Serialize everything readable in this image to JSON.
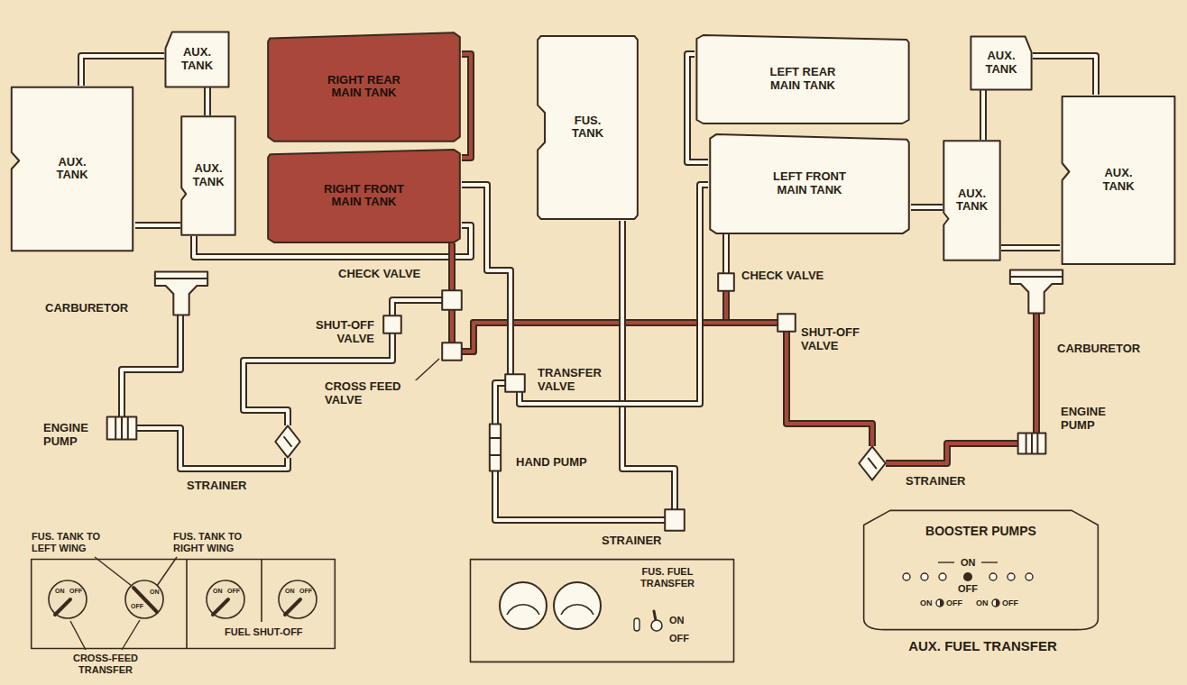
{
  "diagram": {
    "nodes": [
      {
        "text": [
          "AUX. TANK"
        ]
      },
      {
        "text": [
          "RIGHT REAR MAIN TANK"
        ]
      },
      {
        "text": [
          "FUS. TANK"
        ]
      },
      {
        "text": [
          "LEFT REAR MAIN TANK"
        ]
      },
      {
        "text": [
          "AUX. TANK"
        ]
      },
      {
        "text": [
          "AUX. TANK"
        ]
      },
      {
        "text": [
          "AUX. TANK"
        ]
      },
      {
        "text": [
          "RIGHT FRONT MAIN TANK"
        ]
      },
      {
        "text": [
          "LEFT FRONT MAIN TANK"
        ]
      },
      {
        "text": [
          "AUX. TANK"
        ]
      },
      {
        "text": [
          "AUX. TANK"
        ]
      },
      {
        "text": [
          "CHECK VALVE"
        ]
      },
      {
        "text": [
          "CHECK VALVE"
        ]
      },
      {
        "text": [
          "SHUT-OFF VALVE"
        ]
      },
      {
        "text": [
          "SHUT-OFF VALVE"
        ]
      },
      {
        "text": [
          "CARBURETOR"
        ]
      },
      {
        "text": [
          "CARBURETOR"
        ]
      },
      {
        "text": [
          "CROSS FEED VALVE"
        ]
      },
      {
        "text": [
          "TRANSFER VALVE"
        ]
      },
      {
        "text": [
          "ENGINE PUMP"
        ]
      },
      {
        "text": [
          "ENGINE PUMP"
        ]
      },
      {
        "text": [
          "STRAINER"
        ]
      },
      {
        "text": [
          "STRAINER"
        ]
      },
      {
        "text": [
          "HAND PUMP"
        ]
      },
      {
        "text": [
          "STRAINER"
        ]
      },
      {
        "text": [
          "FUS. TANK TO LEFT WING",
          "FUS. TANK TO RIGHT WING",
          "ON",
          "OFF",
          "OFF",
          "ON",
          "ON",
          "OFF",
          "ON",
          "OFF",
          "FUEL SHUT-OFF",
          "CROSS-FEED TRANSFER"
        ]
      },
      {
        "text": [
          "FUS. FUEL TRANSFER",
          "ON",
          "OFF"
        ]
      },
      {
        "text": [
          "BOOSTER PUMPS",
          "ON",
          "OFF",
          "ON",
          "OFF",
          "ON",
          "OFF",
          "AUX. FUEL TRANSFER"
        ]
      }
    ],
    "edges": [
      {
        "from": 0,
        "to": 5,
        "arrow": "none"
      },
      {
        "from": 0,
        "to": 6,
        "arrow": "none"
      },
      {
        "from": 5,
        "to": 6,
        "arrow": "none"
      },
      {
        "from": 6,
        "to": 7,
        "arrow": "none"
      },
      {
        "from": 1,
        "to": 7,
        "arrow": "none"
      },
      {
        "from": 7,
        "to": 11,
        "arrow": "none"
      },
      {
        "from": 11,
        "to": 13,
        "arrow": "none"
      },
      {
        "from": 13,
        "to": 21,
        "arrow": "none"
      },
      {
        "from": 21,
        "to": 19,
        "arrow": "none"
      },
      {
        "from": 19,
        "to": 15,
        "arrow": "none"
      },
      {
        "from": 11,
        "to": 17,
        "arrow": "none"
      },
      {
        "from": 17,
        "to": 12,
        "arrow": "none"
      },
      {
        "from": 17,
        "to": 14,
        "arrow": "none"
      },
      {
        "from": 3,
        "to": 8,
        "arrow": "none"
      },
      {
        "from": 8,
        "to": 12,
        "arrow": "none"
      },
      {
        "from": 4,
        "to": 10,
        "arrow": "none"
      },
      {
        "from": 4,
        "to": 9,
        "arrow": "none"
      },
      {
        "from": 10,
        "to": 9,
        "arrow": "none"
      },
      {
        "from": 9,
        "to": 8,
        "arrow": "none"
      },
      {
        "from": 14,
        "to": 22,
        "arrow": "none"
      },
      {
        "from": 22,
        "to": 20,
        "arrow": "none"
      },
      {
        "from": 20,
        "to": 16,
        "arrow": "none"
      },
      {
        "from": 2,
        "to": 24,
        "arrow": "none"
      },
      {
        "from": 24,
        "to": 23,
        "arrow": "none"
      },
      {
        "from": 23,
        "to": 18,
        "arrow": "none"
      },
      {
        "from": 18,
        "to": 7,
        "arrow": "none"
      },
      {
        "from": 18,
        "to": 8,
        "arrow": "none"
      }
    ]
  }
}
